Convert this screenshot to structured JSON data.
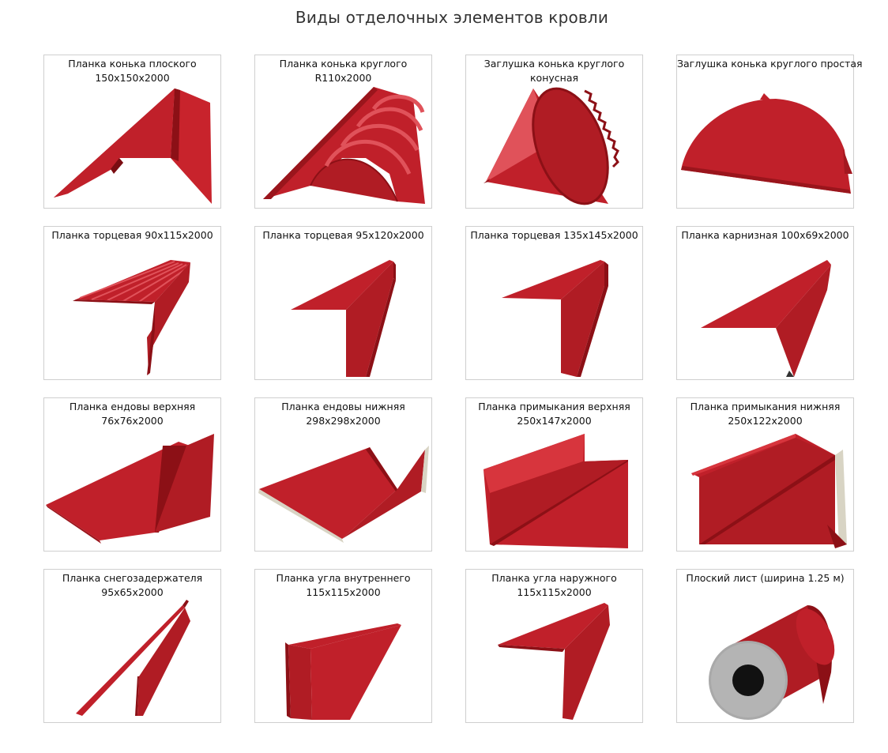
{
  "page": {
    "title": "Виды отделочных элементов кровли"
  },
  "colors": {
    "red": "#c0202a",
    "dark_red": "#8c1016",
    "light_red": "#d7353d",
    "grey": "#a9a9a9",
    "cream": "#d8d4c4"
  },
  "cards": [
    {
      "line1": "Планка конька плоского",
      "line2": "150x150x2000",
      "icon": "flat-ridge-icon"
    },
    {
      "line1": "Планка конька круглого",
      "line2": "R110x2000",
      "icon": "round-ridge-icon"
    },
    {
      "line1": "Заглушка конька круглого",
      "line2": "конусная",
      "icon": "cone-cap-icon"
    },
    {
      "line1": "Заглушка конька круглого простая",
      "line2": "",
      "icon": "simple-cap-icon"
    },
    {
      "line1": "Планка торцевая 90x115x2000",
      "line2": "",
      "icon": "gable-trim-ribbed-icon"
    },
    {
      "line1": "Планка торцевая 95x120x2000",
      "line2": "",
      "icon": "gable-trim-icon"
    },
    {
      "line1": "Планка торцевая 135x145x2000",
      "line2": "",
      "icon": "gable-trim-large-icon"
    },
    {
      "line1": "Планка карнизная 100x69x2000",
      "line2": "",
      "icon": "eave-trim-icon"
    },
    {
      "line1": "Планка ендовы верхняя",
      "line2": "76x76x2000",
      "icon": "valley-upper-icon"
    },
    {
      "line1": "Планка ендовы нижняя",
      "line2": "298x298x2000",
      "icon": "valley-lower-icon"
    },
    {
      "line1": "Планка примыкания верхняя",
      "line2": "250x147x2000",
      "icon": "abutment-upper-icon"
    },
    {
      "line1": "Планка примыкания нижняя",
      "line2": "250x122x2000",
      "icon": "abutment-lower-icon"
    },
    {
      "line1": "Планка снегозадержателя",
      "line2": "95x65x2000",
      "icon": "snow-guard-icon"
    },
    {
      "line1": "Планка угла внутреннего",
      "line2": "115x115x2000",
      "icon": "inner-corner-icon"
    },
    {
      "line1": "Планка угла наружного",
      "line2": "115x115x2000",
      "icon": "outer-corner-icon"
    },
    {
      "line1": "Плоский лист (ширина 1.25 м)",
      "line2": "",
      "icon": "flat-sheet-roll-icon"
    }
  ]
}
